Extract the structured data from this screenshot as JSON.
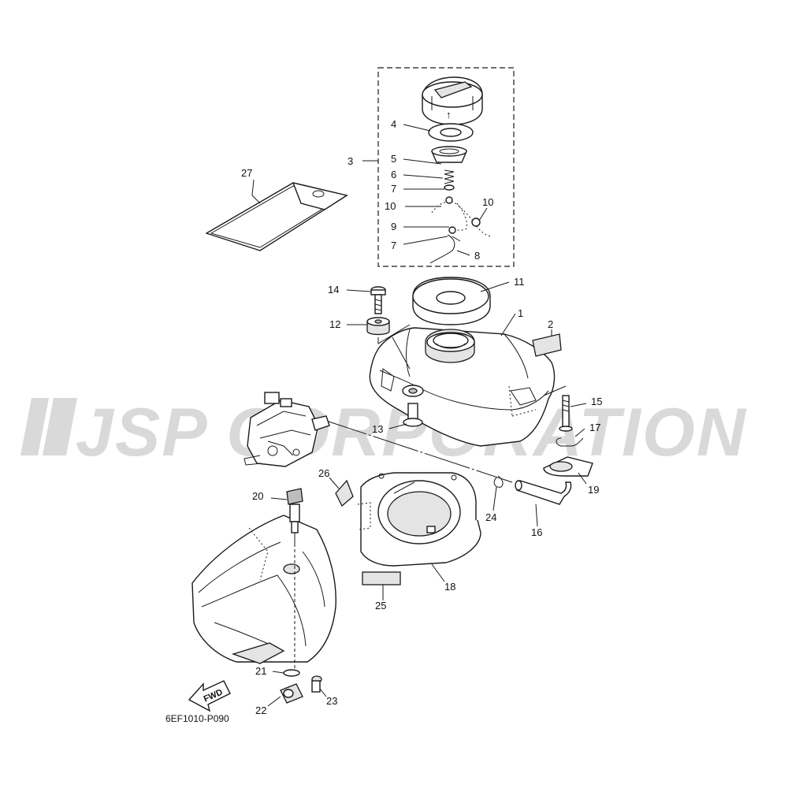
{
  "diagram": {
    "code": "6EF1010-P090",
    "fwd_label": "FWD",
    "watermark": "JSP CORPORATION",
    "part_numbers": {
      "p1": "1",
      "p2": "2",
      "p3": "3",
      "p4": "4",
      "p5": "5",
      "p6": "6",
      "p7a": "7",
      "p7b": "7",
      "p8": "8",
      "p9": "9",
      "p10a": "10",
      "p10b": "10",
      "p11": "11",
      "p12": "12",
      "p13": "13",
      "p14": "14",
      "p15": "15",
      "p16": "16",
      "p17": "17",
      "p18": "18",
      "p19": "19",
      "p20": "20",
      "p21": "21",
      "p22": "22",
      "p23": "23",
      "p24": "24",
      "p25": "25",
      "p26": "26",
      "p27": "27"
    },
    "icons": {
      "fwd_arrow": "fwd-arrow-icon",
      "watermark_logo": "jsp-logo"
    }
  }
}
